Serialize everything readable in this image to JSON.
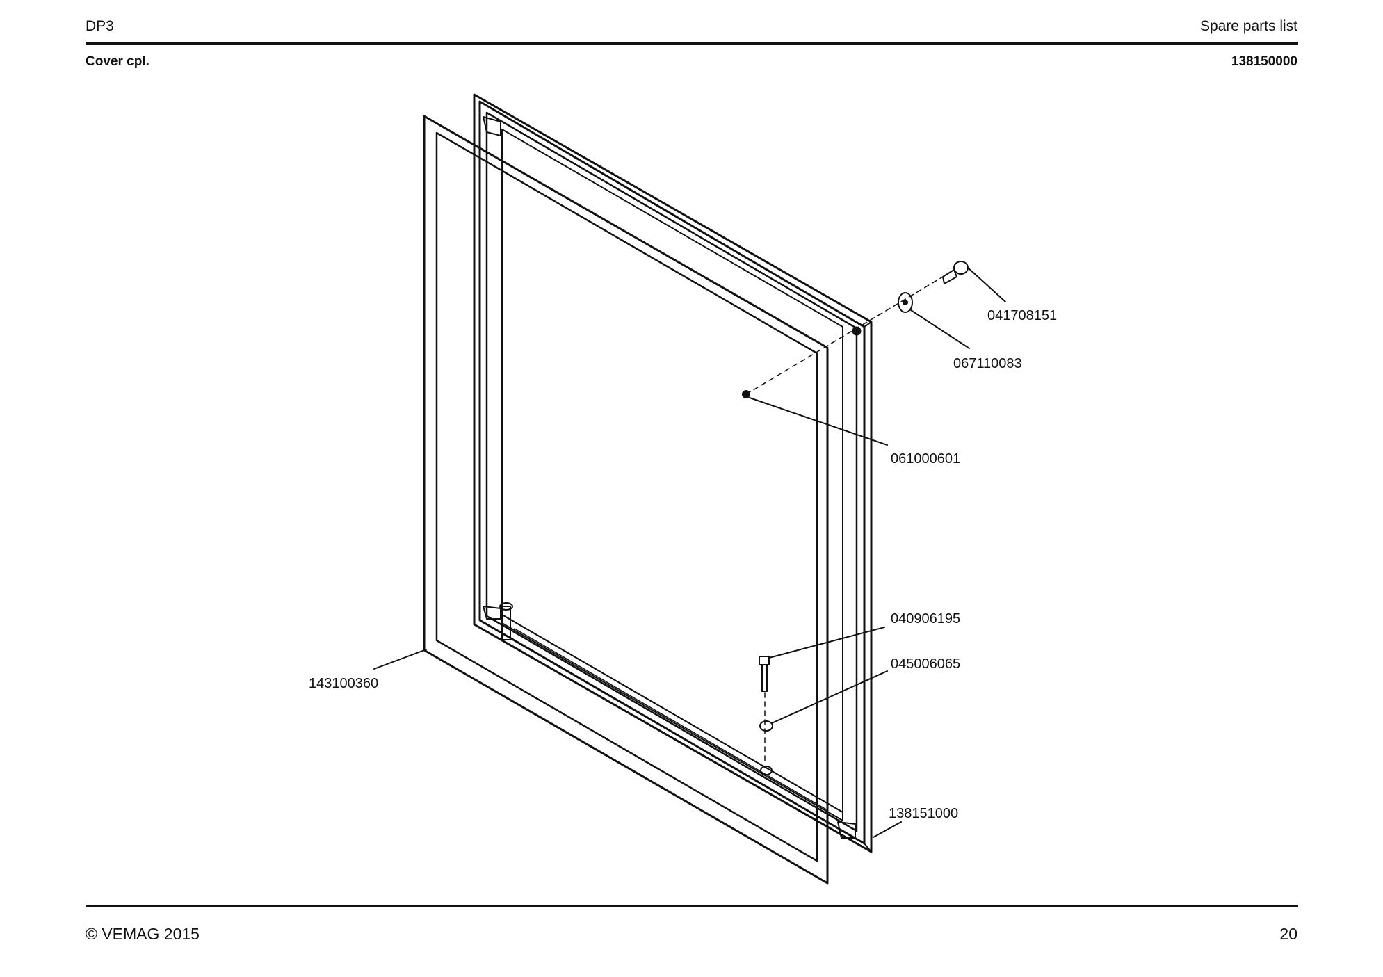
{
  "header": {
    "model": "DP3",
    "document_type": "Spare parts list"
  },
  "subheader": {
    "assembly_name": "Cover cpl.",
    "assembly_number": "138150000"
  },
  "drawing": {
    "part_labels": [
      {
        "id": "p1",
        "number": "041708151"
      },
      {
        "id": "p2",
        "number": "067110083"
      },
      {
        "id": "p3",
        "number": "061000601"
      },
      {
        "id": "p4",
        "number": "040906195"
      },
      {
        "id": "p5",
        "number": "045006065"
      },
      {
        "id": "p6",
        "number": "143100360"
      },
      {
        "id": "p7",
        "number": "138151000"
      }
    ]
  },
  "footer": {
    "copyright": "© VEMAG 2015",
    "page_number": "20"
  }
}
